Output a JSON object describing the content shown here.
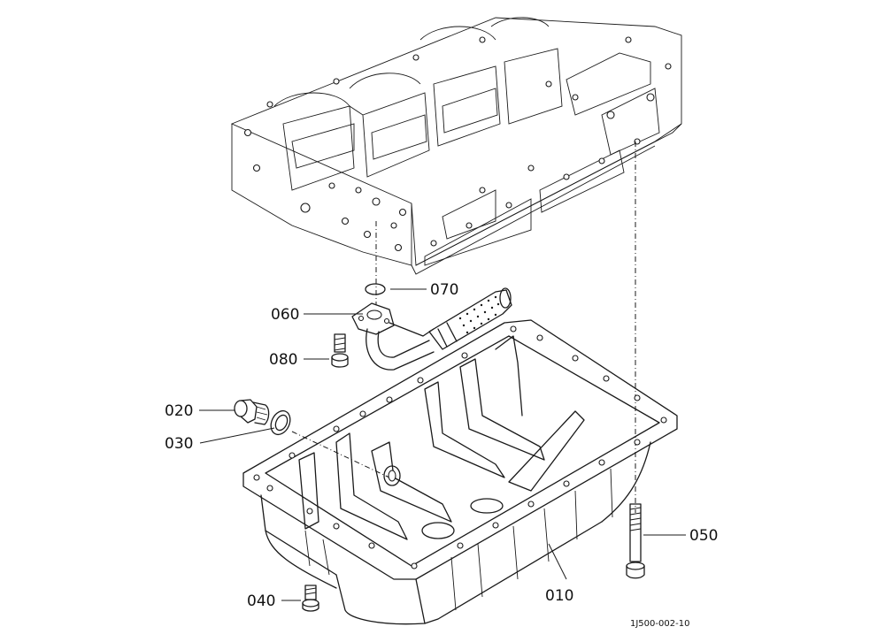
{
  "callouts": [
    {
      "id": "070",
      "label": "070"
    },
    {
      "id": "060",
      "label": "060"
    },
    {
      "id": "080",
      "label": "080"
    },
    {
      "id": "020",
      "label": "020"
    },
    {
      "id": "030",
      "label": "030"
    },
    {
      "id": "050",
      "label": "050"
    },
    {
      "id": "040",
      "label": "040"
    },
    {
      "id": "010",
      "label": "010"
    }
  ],
  "reference_code": "1J500-002-10",
  "colors": {
    "line": "#1a1a1a",
    "background": "#ffffff"
  }
}
